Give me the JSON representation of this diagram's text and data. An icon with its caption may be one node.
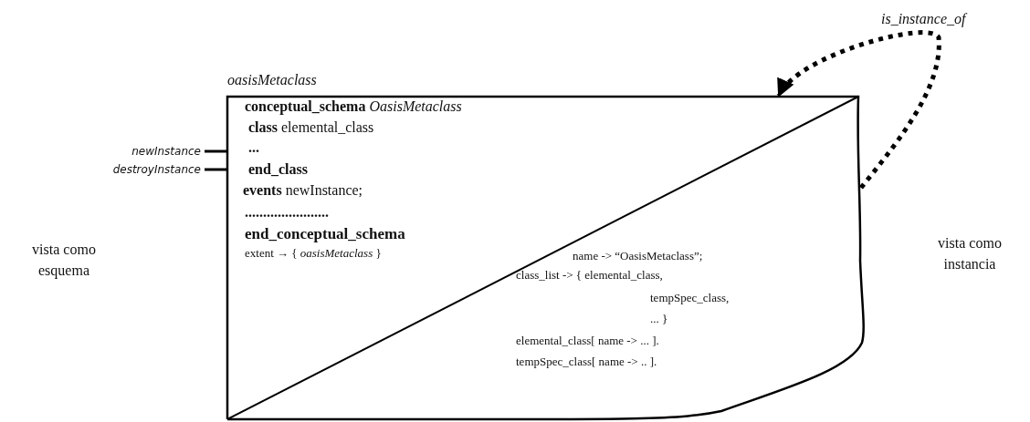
{
  "diagram": {
    "nodes": [
      {
        "text": [
          "oasisMetaclass",
          "**conceptual_schema** *OasisMetaclass*",
          "**class** elemental_class",
          "**...**",
          "**end_class**",
          "**events** newInstance;",
          "**.......................**",
          "**end_conceptual_schema**",
          "extent → { *oasisMetaclass* }",
          "name -> “OasisMetaclass”;",
          "class_list -> { elemental_class,",
          "tempSpec_class,",
          "... }",
          "elemental_class[ name  -> ... ].",
          "tempSpec_class[ name -> .. ]."
        ]
      },
      {
        "text": [
          "newInstance"
        ]
      },
      {
        "text": [
          "destroyInstance"
        ]
      }
    ],
    "edges": [
      {
        "from": 0,
        "to": 0,
        "arrow": "to",
        "label": "is_instance_of",
        "style": "dashed"
      },
      {
        "from": 1,
        "to": 0,
        "arrow": "none"
      },
      {
        "from": 2,
        "to": 0,
        "arrow": "none"
      }
    ],
    "labels": [
      "vista como esquema",
      "vista como instancia"
    ]
  }
}
